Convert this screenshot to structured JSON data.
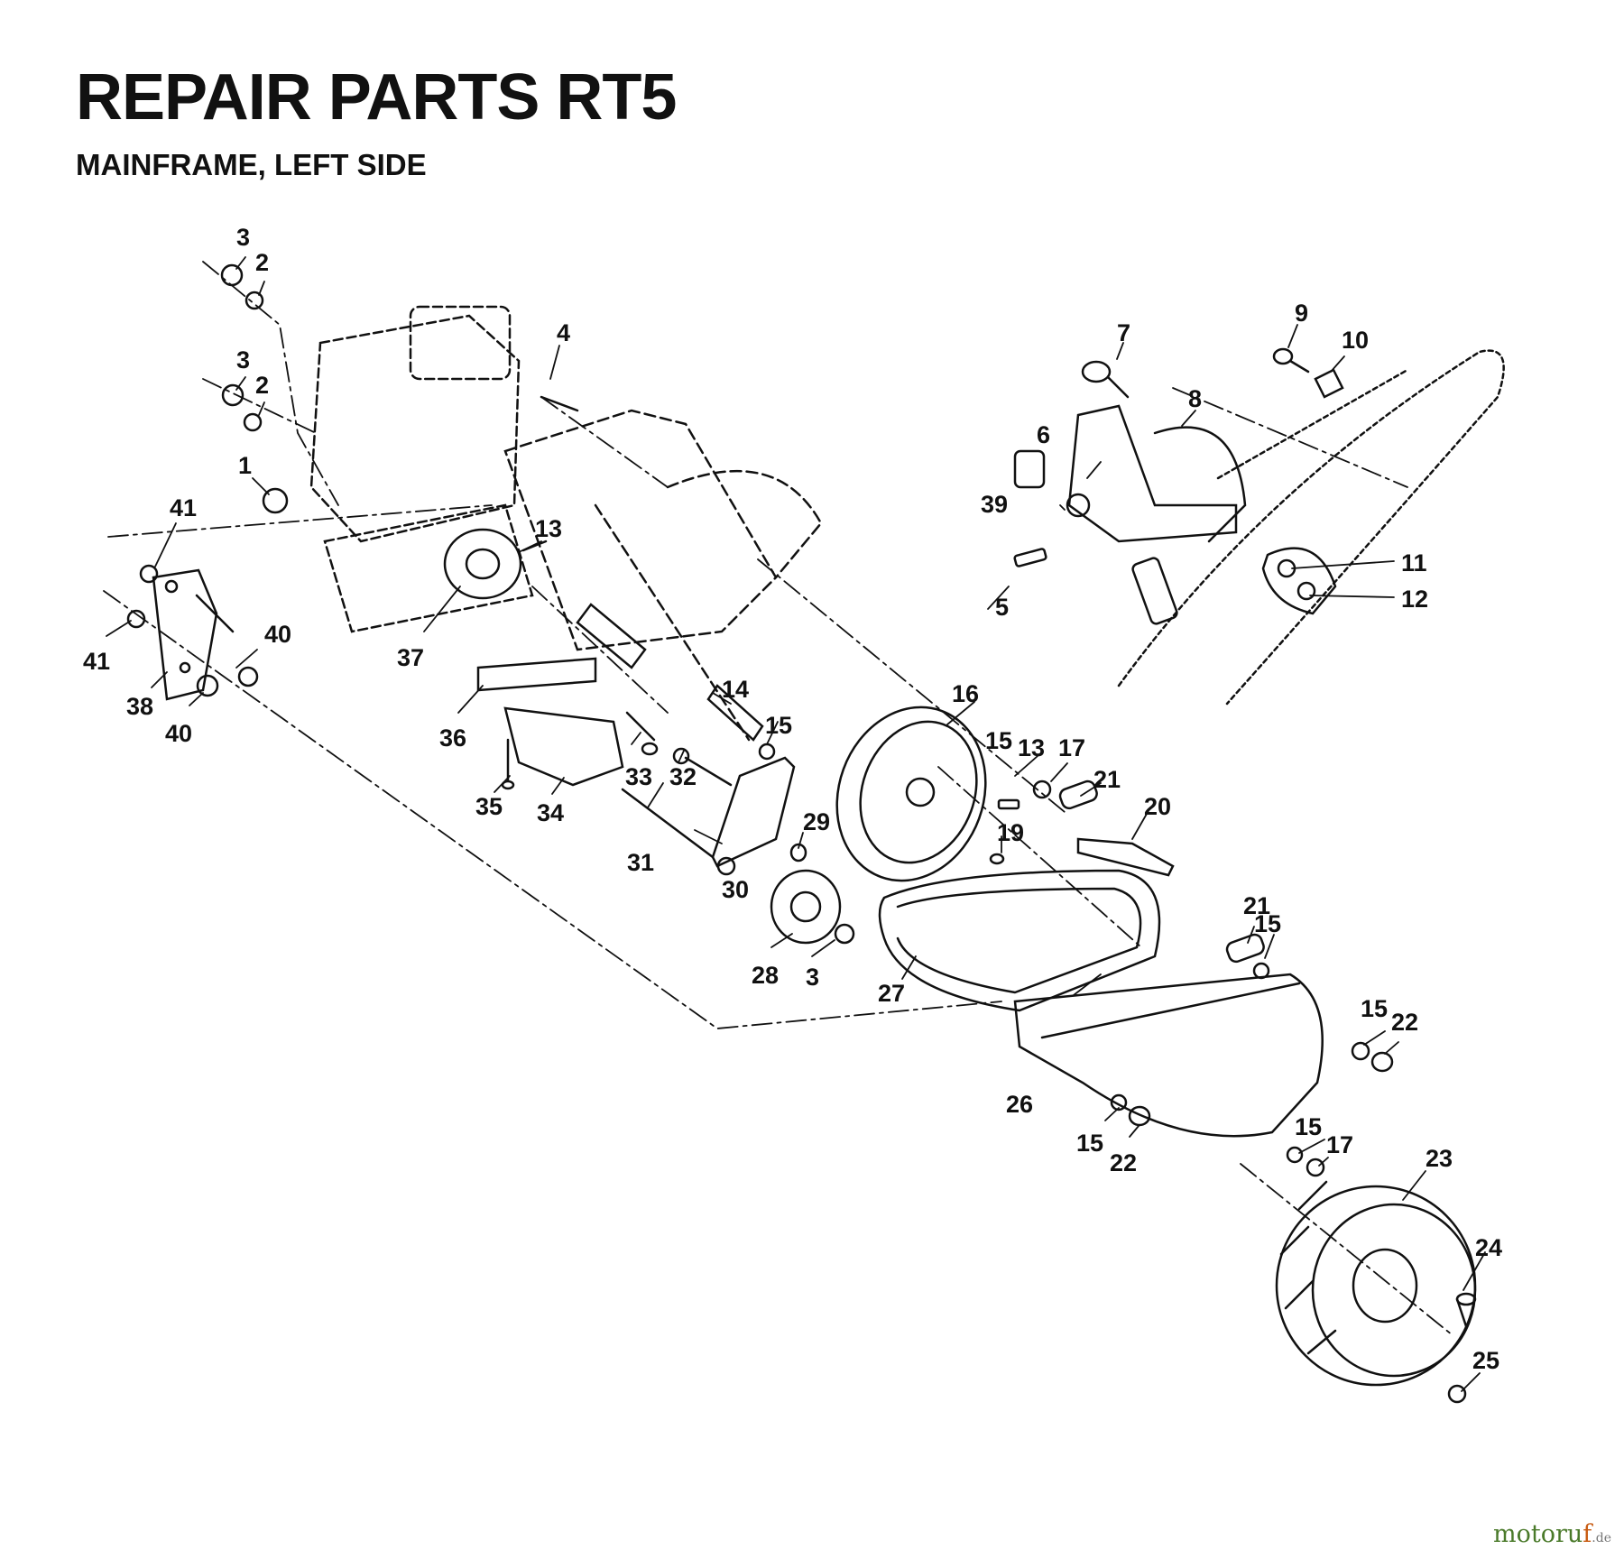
{
  "title": "REPAIR PARTS RT5",
  "subtitle": "MAINFRAME, LEFT SIDE",
  "callouts": [
    "1",
    "2",
    "2",
    "3",
    "3",
    "3",
    "4",
    "5",
    "6",
    "7",
    "8",
    "9",
    "10",
    "11",
    "12",
    "13",
    "13",
    "14",
    "15",
    "15",
    "15",
    "15",
    "15",
    "15",
    "16",
    "17",
    "17",
    "19",
    "20",
    "21",
    "21",
    "22",
    "22",
    "23",
    "24",
    "25",
    "26",
    "27",
    "28",
    "29",
    "30",
    "31",
    "32",
    "33",
    "34",
    "35",
    "36",
    "37",
    "38",
    "39",
    "40",
    "40",
    "41",
    "41"
  ],
  "watermark": {
    "brand_a": "motor",
    "brand_b": "u",
    "brand_c": "f",
    "tld": ".de"
  },
  "colors": {
    "ink": "#111111",
    "watermark_green": "#4a7a2a",
    "watermark_orange": "#c85b12"
  }
}
